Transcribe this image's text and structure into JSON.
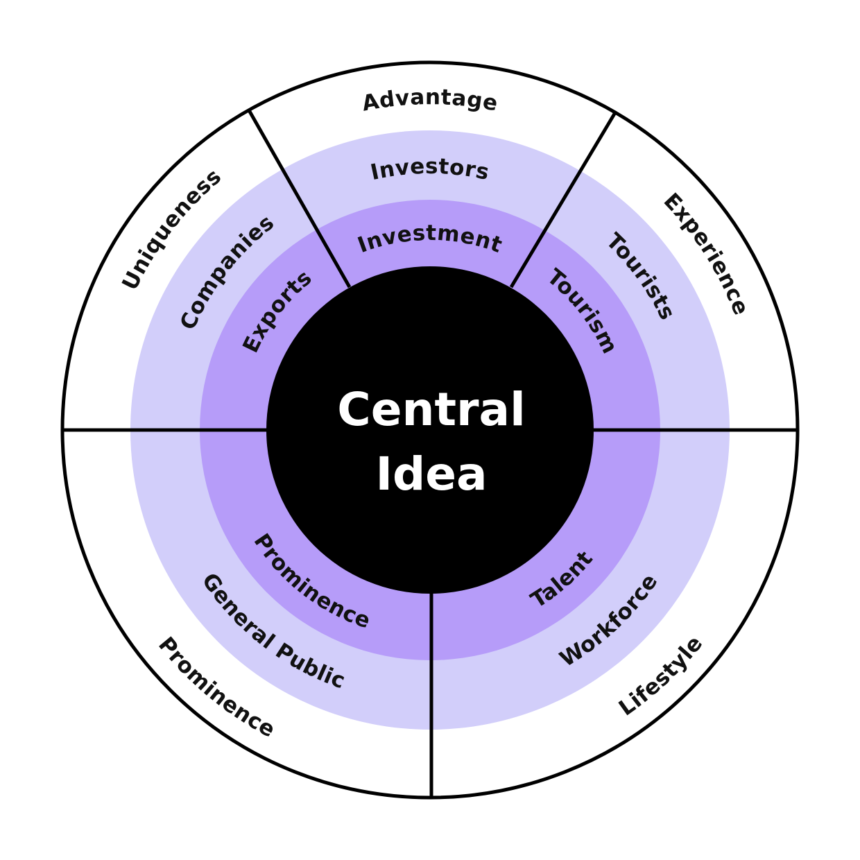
{
  "center": {
    "line1": "Central",
    "line2": "Idea"
  },
  "colors": {
    "outer_ring": "#ffffff",
    "middle_ring": "#d2cefa",
    "inner_ring": "#b69cf9",
    "core": "#000000",
    "lines": "#000000",
    "text_dark": "#111111",
    "text_light": "#ffffff"
  },
  "sectors": [
    {
      "id": "top",
      "outer_label": "Advantage",
      "middle_label": "Investors",
      "inner_label": "Investment"
    },
    {
      "id": "right",
      "outer_label": "Experience",
      "middle_label": "Tourists",
      "inner_label": "Tourism"
    },
    {
      "id": "bottom-right",
      "outer_label": "Lifestyle",
      "middle_label": "Workforce",
      "inner_label": "Talent"
    },
    {
      "id": "bottom-left",
      "outer_label": "Prominence",
      "middle_label": "General Public",
      "inner_label": "Prominence"
    },
    {
      "id": "left",
      "outer_label": "Uniqueness",
      "middle_label": "Companies",
      "inner_label": "Exports"
    }
  ]
}
